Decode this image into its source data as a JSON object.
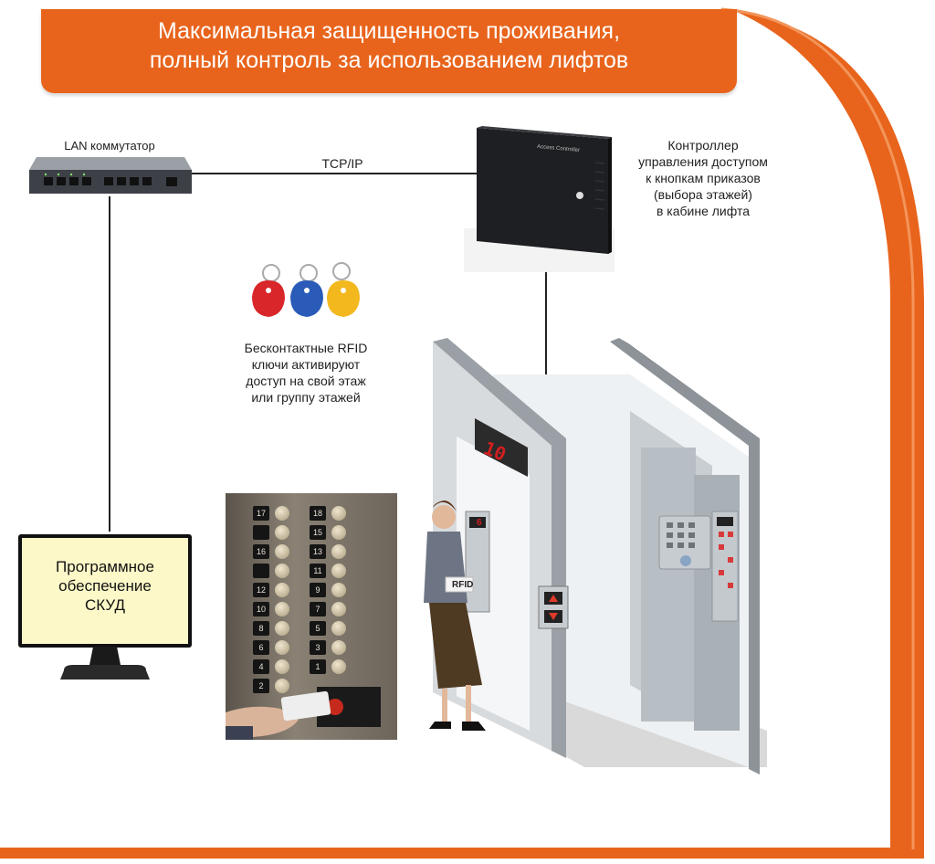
{
  "header": {
    "title_line1": "Максимальная защищенность проживания,",
    "title_line2": "полный контроль за использованием лифтов"
  },
  "switch": {
    "label": "LAN коммутатор"
  },
  "link": {
    "label": "TCP/IP"
  },
  "controller": {
    "device_text": "Access Controller",
    "label_lines": [
      "Контроллер",
      "управления доступом",
      "к кнопкам приказов",
      "(выбора этажей)",
      "в кабине лифта"
    ]
  },
  "rfid": {
    "label_lines": [
      "Бесконтактные RFID",
      "ключи активируют",
      "доступ на свой этаж",
      "или группу этажей"
    ]
  },
  "monitor": {
    "label_lines": [
      "Программное",
      "обеспечение",
      "СКУД"
    ]
  },
  "elevator": {
    "floor_display": "10",
    "card_text": "RFID",
    "panel_small_display": "6"
  },
  "button_panel": {
    "buttons": [
      "17",
      "18",
      "",
      "15",
      "16",
      "13",
      "",
      "11",
      "12",
      "9",
      "10",
      "7",
      "8",
      "5",
      "6",
      "3",
      "4",
      "1",
      "2"
    ]
  },
  "colors": {
    "accent": "#e8641c",
    "monitor_screen": "#fdf8c8",
    "fob_red": "#d8262a",
    "fob_blue": "#2a5bb8",
    "fob_yellow": "#f2b81e"
  }
}
